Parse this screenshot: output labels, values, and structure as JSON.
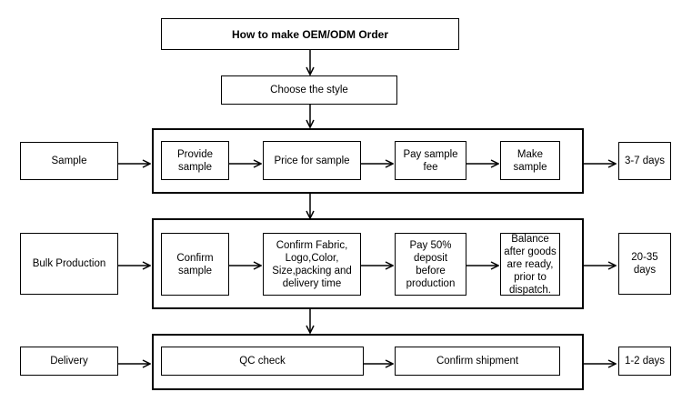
{
  "title": "How to make OEM/ODM Order",
  "step": "Choose the style",
  "rows": {
    "sample": {
      "label": "Sample",
      "steps": [
        "Provide\nsample",
        "Price for sample",
        "Pay sample\nfee",
        "Make\nsample"
      ],
      "duration": "3-7 days"
    },
    "bulk": {
      "label": "Bulk Production",
      "steps": [
        "Confirm\nsample",
        "Confirm Fabric,\nLogo,Color,\nSize,packing and\ndelivery time",
        "Pay 50%\ndeposit\nbefore\nproduction",
        "Balance\nafter goods\nare ready,\nprior to\ndispatch."
      ],
      "duration": "20-35\ndays"
    },
    "delivery": {
      "label": "Delivery",
      "steps": [
        "QC check",
        "Confirm shipment"
      ],
      "duration": "1-2 days"
    }
  },
  "colors": {
    "line": "#000000",
    "background": "#ffffff"
  }
}
